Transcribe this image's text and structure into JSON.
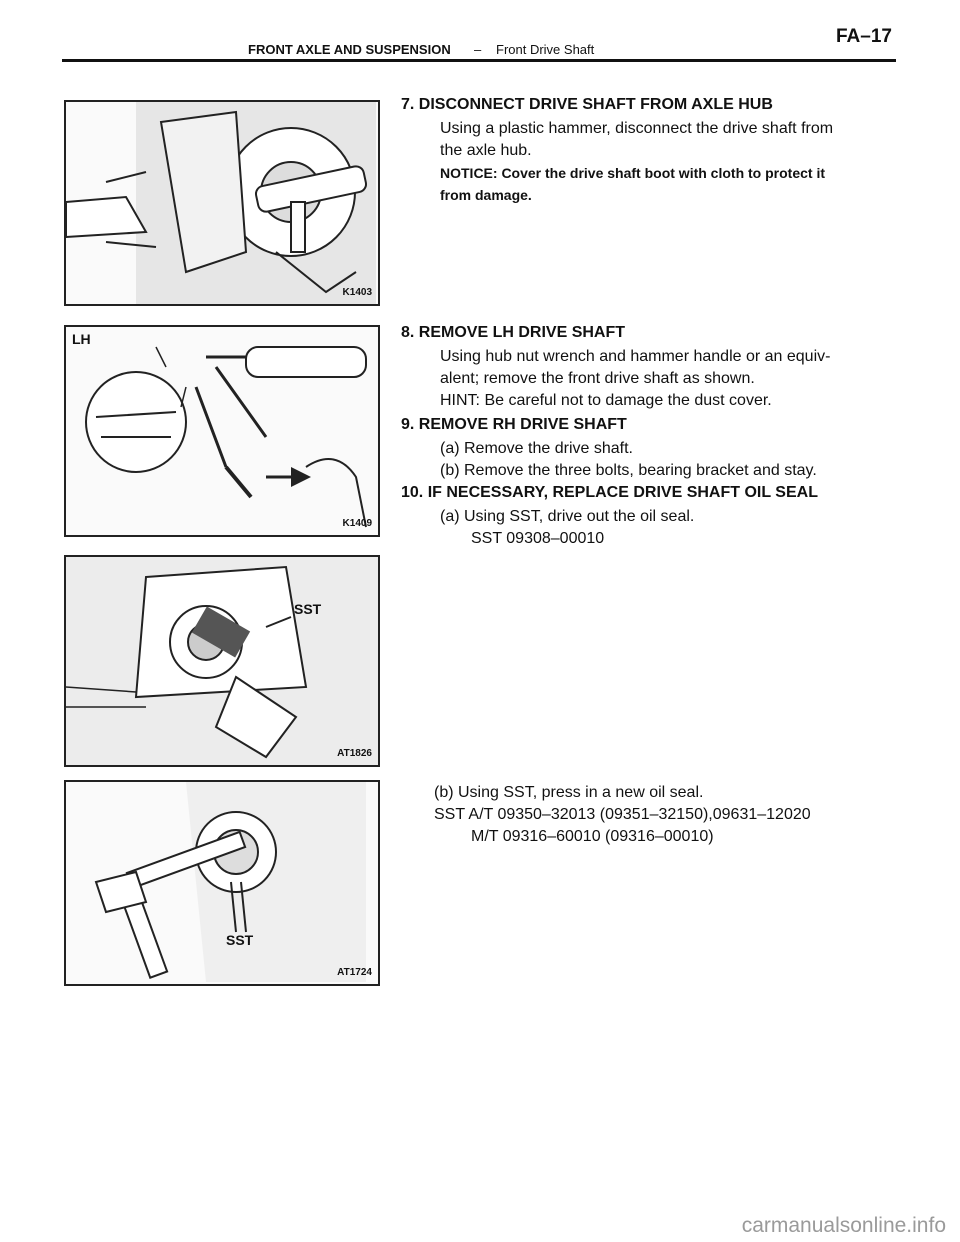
{
  "header": {
    "section": "FRONT AXLE AND SUSPENSION",
    "separator": "–",
    "topic": "Front Drive Shaft",
    "page": "FA–17"
  },
  "figures": {
    "fig1": {
      "code": "K1403"
    },
    "fig2": {
      "code": "K1409",
      "label": "LH"
    },
    "fig3": {
      "code": "AT1826",
      "label": "SST"
    },
    "fig4": {
      "code": "AT1724",
      "label": "SST"
    }
  },
  "steps": {
    "s7": {
      "title": "7. DISCONNECT DRIVE SHAFT FROM AXLE HUB",
      "line1": "Using a plastic hammer, disconnect the drive shaft from",
      "line2": "the axle hub.",
      "notice1": "NOTICE: Cover the drive shaft boot with cloth to protect it",
      "notice2": "from damage."
    },
    "s8": {
      "title": "8. REMOVE LH DRIVE SHAFT",
      "line1": "Using hub nut wrench and hammer handle or an equiv-",
      "line2": "alent; remove the front drive shaft as shown.",
      "hint": "HINT: Be careful not to damage the dust cover."
    },
    "s9": {
      "title": "9. REMOVE RH DRIVE SHAFT",
      "a": "(a) Remove the drive shaft.",
      "b": "(b) Remove the three bolts, bearing bracket and stay."
    },
    "s10": {
      "title": "10. IF NECESSARY, REPLACE DRIVE SHAFT OIL SEAL",
      "a": "(a) Using SST, drive out the oil seal.",
      "a_sst": "SST  09308–00010",
      "b": "(b) Using SST, press in a new oil seal.",
      "b_sst1": "SST  A/T  09350–32013  (09351–32150),09631–12020",
      "b_sst2": "M/T  09316–60010  (09316–00010)"
    }
  },
  "watermark": "carmanualsonline.info"
}
